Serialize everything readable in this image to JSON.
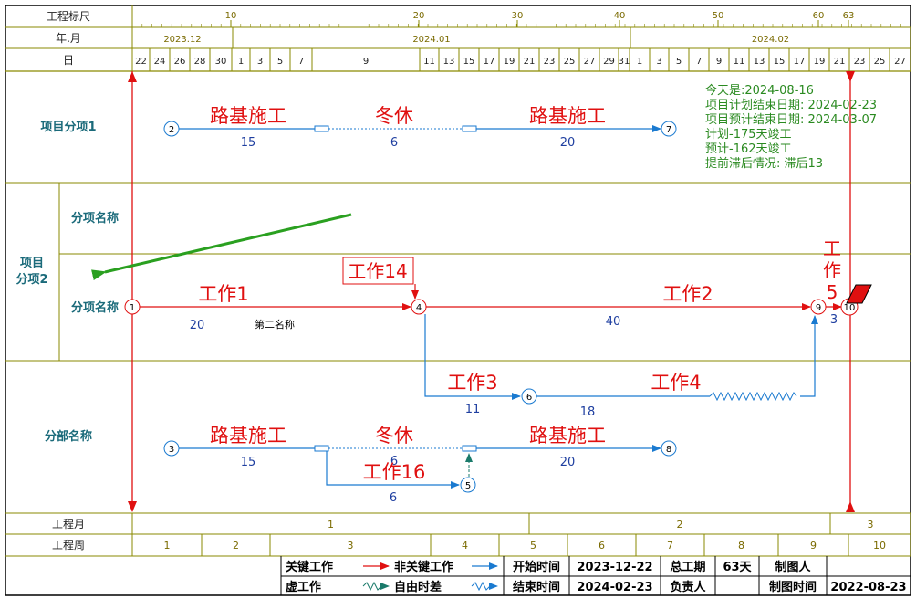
{
  "header": {
    "row_scale_label": "工程标尺",
    "row_month_label": "年.月",
    "row_day_label": "日",
    "scale_ticks": [
      "10",
      "20",
      "30",
      "40",
      "50",
      "60",
      "63"
    ],
    "months": [
      "2023.12",
      "2024.01",
      "2024.02"
    ],
    "days": [
      "22",
      "24",
      "26",
      "28",
      "30",
      "1",
      "3",
      "5",
      "7",
      "9",
      "11",
      "13",
      "15",
      "17",
      "19",
      "21",
      "23",
      "25",
      "27",
      "29",
      "31",
      "1",
      "3",
      "5",
      "7",
      "9",
      "11",
      "13",
      "15",
      "17",
      "19",
      "21",
      "23",
      "25",
      "27"
    ]
  },
  "rows": {
    "project_item1": "项目分项1",
    "project_item2": "项目\n分项2",
    "sub_name_1": "分项名称",
    "sub_name_2": "分项名称",
    "part_name": "分部名称"
  },
  "status": {
    "today": "今天是:2024-08-16",
    "planned_end": "项目计划结束日期: 2024-02-23",
    "expected_end": "项目预计结束日期: 2024-03-07",
    "plan_days": "计划-175天竣工",
    "expected_days": "预计-162天竣工",
    "ahead_behind": "提前滞后情况: 滞后13"
  },
  "network": {
    "row1": {
      "a": "路基施工",
      "a_dur": "15",
      "b": "冬休",
      "b_dur": "6",
      "c": "路基施工",
      "c_dur": "20",
      "n_start": "2",
      "n_end": "7"
    },
    "row2": {
      "w1": "工作1",
      "w1_dur": "20",
      "w1_note": "第二名称",
      "w14": "工作14",
      "w2": "工作2",
      "w2_dur": "40",
      "w5a": "工",
      "w5b": "作",
      "w5c": "5",
      "w5_dur": "3",
      "n1": "1",
      "n4": "4",
      "n9": "9",
      "n10": "10"
    },
    "row2b": {
      "w3": "工作3",
      "w3_dur": "11",
      "w4": "工作4",
      "w4_dur": "18",
      "n6": "6"
    },
    "row3": {
      "a": "路基施工",
      "a_dur": "15",
      "b": "冬休",
      "b_dur": "6",
      "c": "路基施工",
      "c_dur": "20",
      "w16": "工作16",
      "w16_dur": "6",
      "n3": "3",
      "n5": "5",
      "n8": "8"
    }
  },
  "footer": {
    "month_label": "工程月",
    "week_label": "工程周",
    "months": [
      "1",
      "2",
      "3"
    ],
    "weeks": [
      "1",
      "2",
      "3",
      "4",
      "5",
      "6",
      "7",
      "8",
      "9",
      "10"
    ]
  },
  "legend": {
    "critical": "关键工作",
    "noncritical": "非关键工作",
    "virtual": "虚工作",
    "free_float": "自由时差",
    "start_label": "开始时间",
    "start_value": "2023-12-22",
    "end_label": "结束时间",
    "end_value": "2024-02-23",
    "duration_label": "总工期",
    "duration_value": "63天",
    "drawer_label": "制图人",
    "owner_label": "负责人",
    "drawn_time_label": "制图时间",
    "drawn_time_value": "2022-08-23"
  },
  "colors": {
    "critical": "#e01010",
    "noncritical": "#1a7ad0",
    "grid": "#8a8a00",
    "status": "#2a8a20",
    "virtual": "#1a7a6a",
    "label": "#1a6a7a"
  }
}
